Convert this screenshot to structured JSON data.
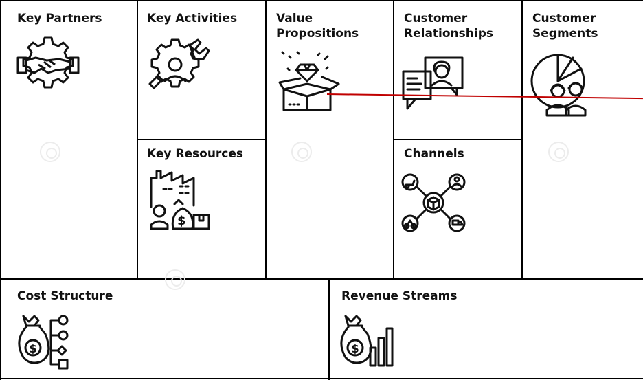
{
  "canvas": {
    "blocks": {
      "key_partners": {
        "title": "Key Partners",
        "icon": "handshake-gear-icon"
      },
      "key_activities": {
        "title": "Key Activities",
        "icon": "person-gear-wrench-icon"
      },
      "key_resources": {
        "title": "Key Resources",
        "icon": "factory-money-bag-icon"
      },
      "value_propositions": {
        "title": "Value\nPropositions",
        "icon": "diamond-box-icon"
      },
      "customer_relationships": {
        "title": "Customer\nRelationships",
        "icon": "chat-support-icon"
      },
      "channels": {
        "title": "Channels",
        "icon": "delivery-network-icon"
      },
      "customer_segments": {
        "title": "Customer\nSegments",
        "icon": "pie-chart-people-icon"
      },
      "cost_structure": {
        "title": "Cost Structure",
        "icon": "money-bag-flowchart-icon"
      },
      "revenue_streams": {
        "title": "Revenue Streams",
        "icon": "money-bag-bar-chart-icon"
      }
    }
  },
  "colors": {
    "border": "#000000",
    "text": "#111111",
    "annotation_line": "#c00000",
    "watermark": "#ececec"
  }
}
